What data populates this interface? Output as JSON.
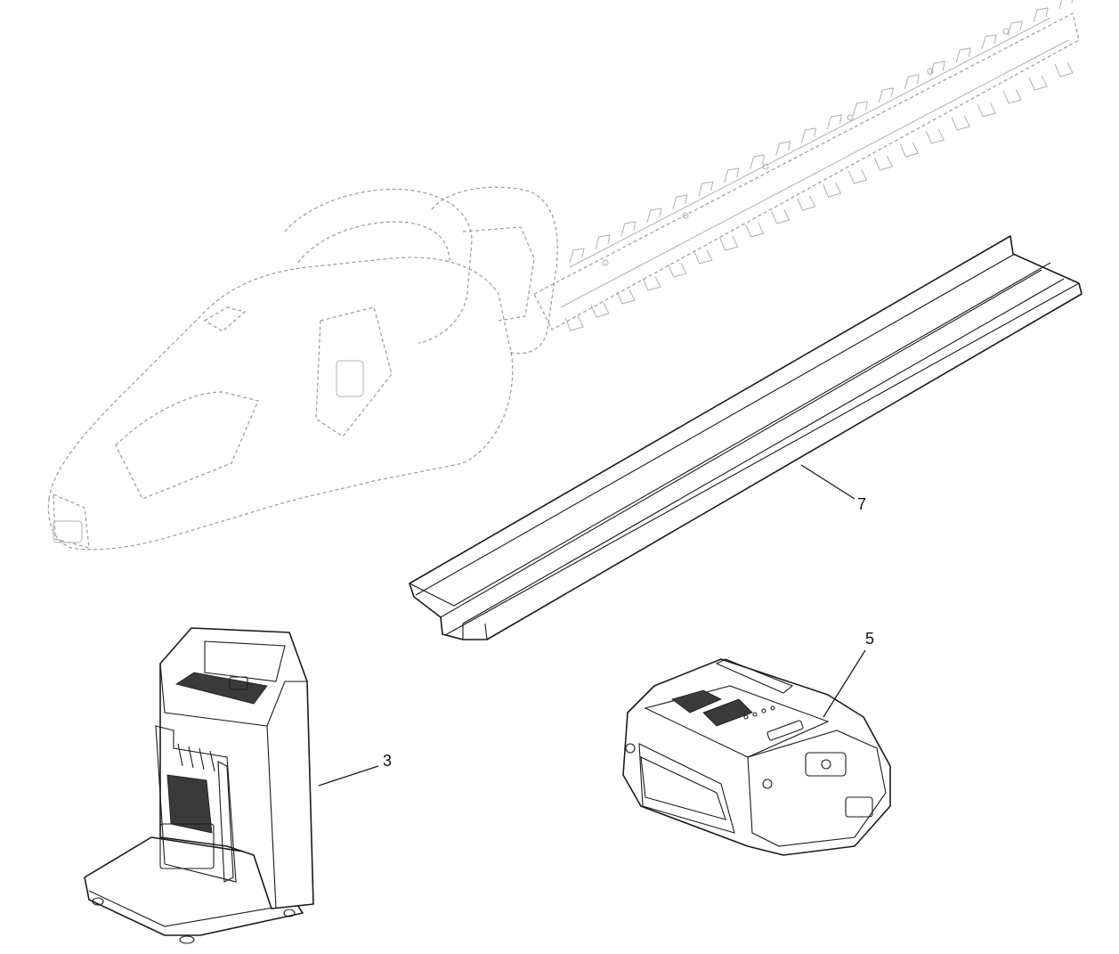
{
  "callouts": [
    {
      "id": "7",
      "label": "7"
    },
    {
      "id": "5",
      "label": "5"
    },
    {
      "id": "3",
      "label": "3"
    }
  ],
  "colors": {
    "line": "#1a1a1a",
    "ghost": "#9a9a9a",
    "mesh": "#3a3a3a",
    "background": "#ffffff"
  }
}
